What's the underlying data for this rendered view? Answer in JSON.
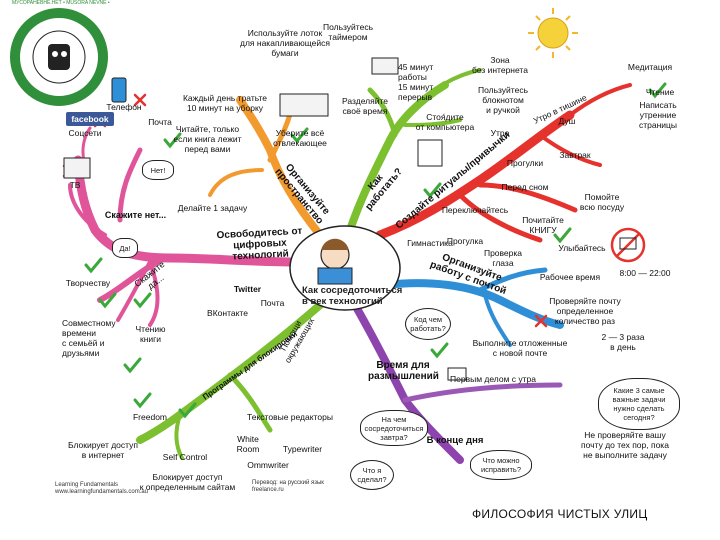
{
  "center": {
    "label": "Как сосредоточиться\nв век технологий"
  },
  "watermark": {
    "text": "МУСОРАНЕВНЕ.НЕТ • MUSORA NEVNE •"
  },
  "footer": {
    "text": "ФИЛОСОФИЯ ЧИСТЫХ  УЛИЦ"
  },
  "credits": {
    "left": "Learning Fundamentals\nwww.learningfundamentals.com.au",
    "right": "Перевод: на русский язык\nfreelance.ru"
  },
  "branches": {
    "digital": "Освободитесь от\nцифровых технологий",
    "space": "Организуйте\nпространство",
    "work": "Как\nработать?",
    "rituals": "Создайте ритуалы/привычки",
    "inbox": "Организуйте\nработу с почтой",
    "programs": "Программы для блокировки",
    "reflect": "Время для\nразмышлений",
    "say_no": "Скажите нет..."
  },
  "labels": {
    "use_tray": "Используйте лоток\nдля накапливающейся\nбумаги",
    "timer": "Пользуйтесь\nтаймером",
    "minutes": "45 минут\nработы\n15 минут\nперерыв",
    "split_time": "Разделяйте\nсвоё время",
    "no_internet": "Зона\nбез интернета",
    "notebook": "Пользуйтесь\nблокнотом\nи ручкой",
    "stand_up": "Стоя́дите\nот компьютера",
    "morning": "Утро",
    "morning_ritual": "Утро в тишине",
    "meditation": "Медитация",
    "reading": "Чтение",
    "pages": "Написать\nутренние\nстраницы",
    "shower": "Душ",
    "walk": "Прогулки",
    "breakfast": "Завтрак",
    "before_sleep": "Перед сном",
    "dishes": "Помойте\nвсю посуду",
    "switch": "Переключайтесь",
    "read_book": "Почитайте\nКНИГУ",
    "gym": "Гимнастика",
    "walking": "Прогулка",
    "eye_check": "Проверка\nглаза",
    "smile": "Улыбайтесь",
    "work_time": "Рабочее время",
    "hours": "8:00 — 22:00",
    "check_mail": "Проверяйте почту\nопределенное\nколичество раз",
    "times": "2 — 3 раза\nв день",
    "new_mail": "Выполните отложенные\nс новой почте",
    "mail_q": "Код чем\nработать?",
    "phone": "Телефон",
    "mail": "Почта",
    "facebook": "facebook",
    "social": "Соцсети",
    "tv": "ТВ",
    "everyday": "Каждый день тратьте\n10 минут на уборку",
    "reading_rule": "Читайте, только\nесли книга лежит\nперед вами",
    "remove_all": "Уберите всё\nотвлекающее",
    "one_task": "Делайте 1 задачу",
    "say_yes": "Скажите да...",
    "no_bubble": "Нет!",
    "yes_bubble": "Да!",
    "creativity": "Творчеству",
    "family": "Совместному\nвремени\nс семьёй и\nдрузьями",
    "books": "Чтению\nкниги",
    "twitter": "Twitter",
    "vkontakte": "ВКонтакте",
    "post": "Почта",
    "ask_help": "Помощи\nокружающих",
    "freedom": "Freedom",
    "self_control": "Self Control",
    "block_internet": "Блокирует доступ\nв интернет",
    "block_sites": "Блокирует доступ\nк определенным сайтам",
    "text_editors": "Текстовые редакторы",
    "white_room": "White\nRoom",
    "typewriter": "Typewriter",
    "ommwriter": "Ommwriter",
    "first_things": "Первым делом с утра",
    "three_tasks": "Какие 3 самые\nважные задачи\nнужно сделать\nсегодня?",
    "end_day": "В конце дня",
    "what_working": "На чем\nсосредоточиться\nзавтра?",
    "what_done": "Что я\nсделал?",
    "what_fix": "Что можно\nисправить?",
    "check_mail_late": "Не проверяйте вашу\nпочту до тех пор, пока\nне выполните задачу"
  },
  "colors": {
    "pink": "#e0559a",
    "orange": "#f29a2e",
    "green": "#7cbf2f",
    "red": "#e5322d",
    "blue": "#2f8fd6",
    "purple": "#8e44ad",
    "violet": "#9b59b6",
    "check": "#3aa93a",
    "sun": "#f6d23a"
  }
}
